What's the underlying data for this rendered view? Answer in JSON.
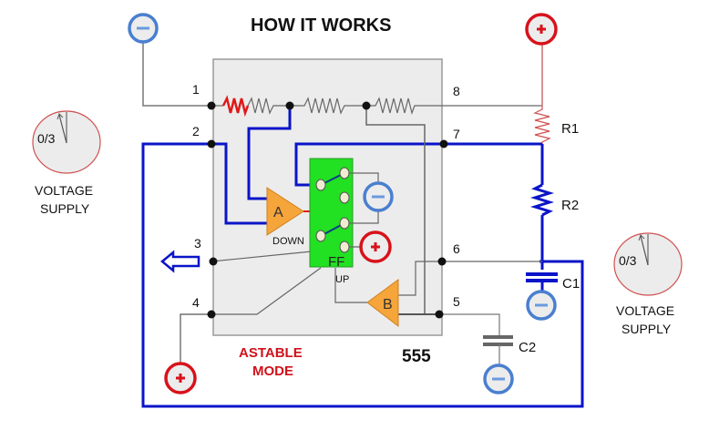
{
  "title": "HOW IT WORKS",
  "chip": {
    "name": "555",
    "mode_line1": "ASTABLE",
    "mode_line2": "MODE",
    "pins": [
      "1",
      "2",
      "3",
      "4",
      "5",
      "6",
      "7",
      "8"
    ]
  },
  "comparators": {
    "a": "A",
    "b": "B"
  },
  "flipflop": {
    "label": "FF",
    "down": "DOWN",
    "up": "UP"
  },
  "components": {
    "r1": "R1",
    "r2": "R2",
    "c1": "C1",
    "c2": "C2"
  },
  "gauges": [
    {
      "reading": "0/3",
      "label_line1": "VOLTAGE",
      "label_line2": "SUPPLY"
    },
    {
      "reading": "0/3",
      "label_line1": "VOLTAGE",
      "label_line2": "SUPPLY"
    }
  ],
  "terminals": {
    "negative_symbol": "−",
    "positive_symbol": "+"
  },
  "colors": {
    "active_wire": "#0a14c8",
    "wire": "#666666",
    "positive": "#d8121b",
    "negative": "#4a7fd0",
    "chip_fill": "#ececec",
    "ff_fill": "#22e022",
    "comparator_fill": "#f5a53a",
    "discharge_resistor": "#e01818"
  }
}
